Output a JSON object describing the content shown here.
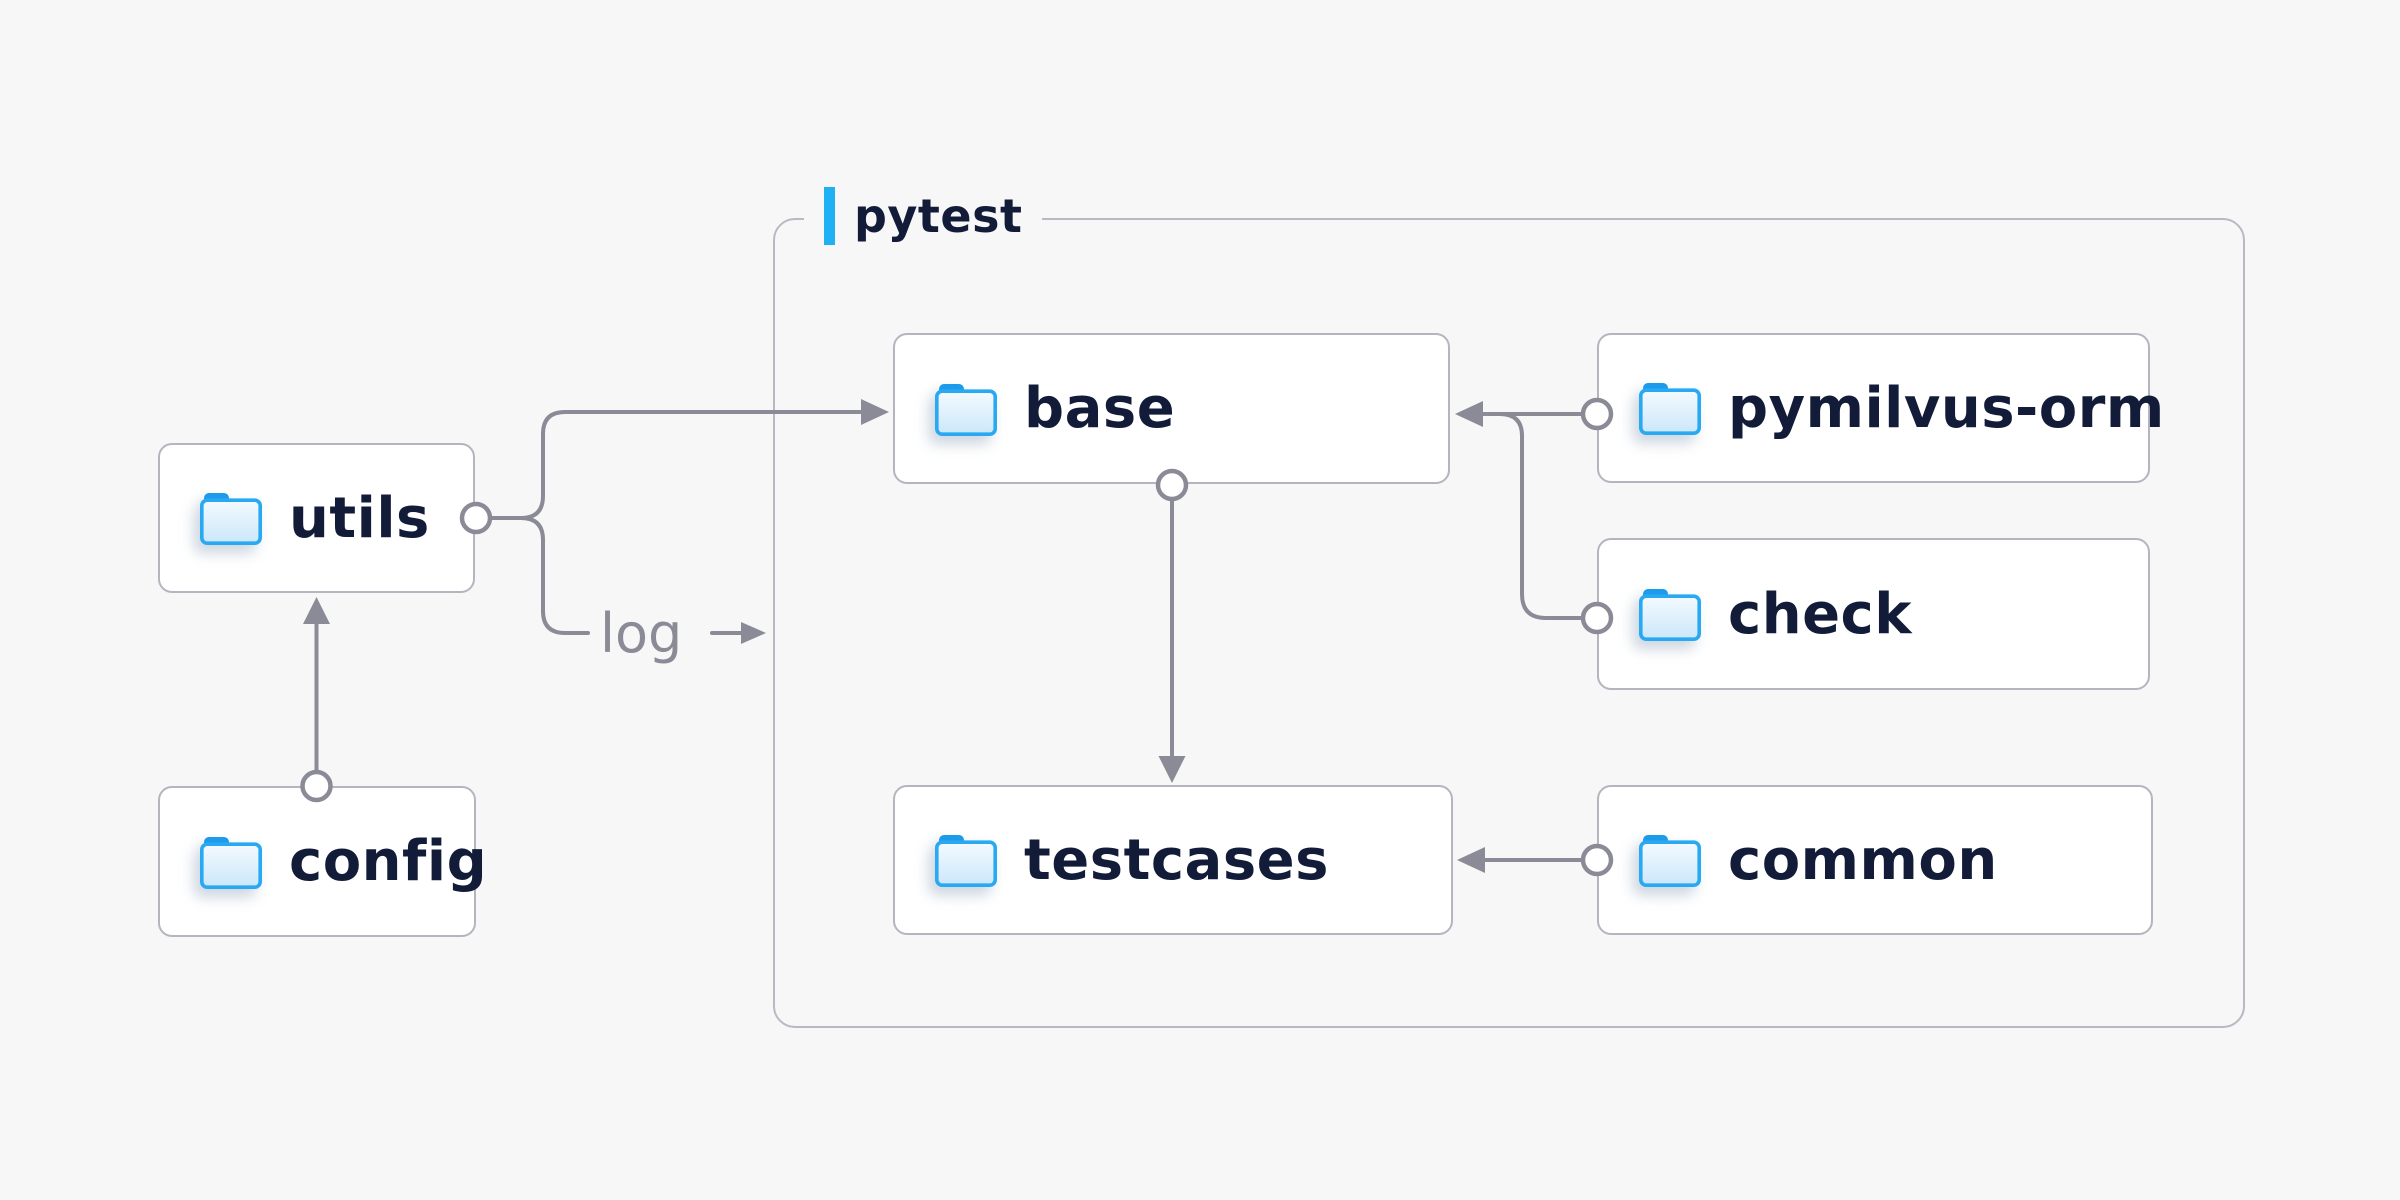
{
  "diagram": {
    "group": {
      "label": "pytest"
    },
    "nodes": {
      "utils": {
        "label": "utils",
        "icon": "folder-icon"
      },
      "config": {
        "label": "config",
        "icon": "folder-icon"
      },
      "base": {
        "label": "base",
        "icon": "folder-icon"
      },
      "pymilvus_orm": {
        "label": "pymilvus-orm",
        "icon": "folder-icon"
      },
      "check": {
        "label": "check",
        "icon": "folder-icon"
      },
      "testcases": {
        "label": "testcases",
        "icon": "folder-icon"
      },
      "common": {
        "label": "common",
        "icon": "folder-icon"
      }
    },
    "edges": [
      {
        "from": "config",
        "to": "utils",
        "label": ""
      },
      {
        "from": "utils",
        "to": "base",
        "label": ""
      },
      {
        "from": "utils",
        "to": "pytest-group",
        "label": "log"
      },
      {
        "from": "pymilvus_orm",
        "to": "base",
        "label": ""
      },
      {
        "from": "check",
        "to": "base",
        "label": ""
      },
      {
        "from": "base",
        "to": "testcases",
        "label": ""
      },
      {
        "from": "common",
        "to": "testcases",
        "label": ""
      }
    ],
    "log_label": "log",
    "colors": {
      "background": "#f7f7f8",
      "node_bg": "#ffffff",
      "node_border": "#b5b5c0",
      "group_border": "#b9b9c4",
      "connector": "#8b8b97",
      "label_text": "#121c38",
      "accent_blue": "#20b1f5",
      "folder_blue": "#28a9f1",
      "folder_tab": "#1d9ae9",
      "log_text": "#8b8b97"
    }
  }
}
